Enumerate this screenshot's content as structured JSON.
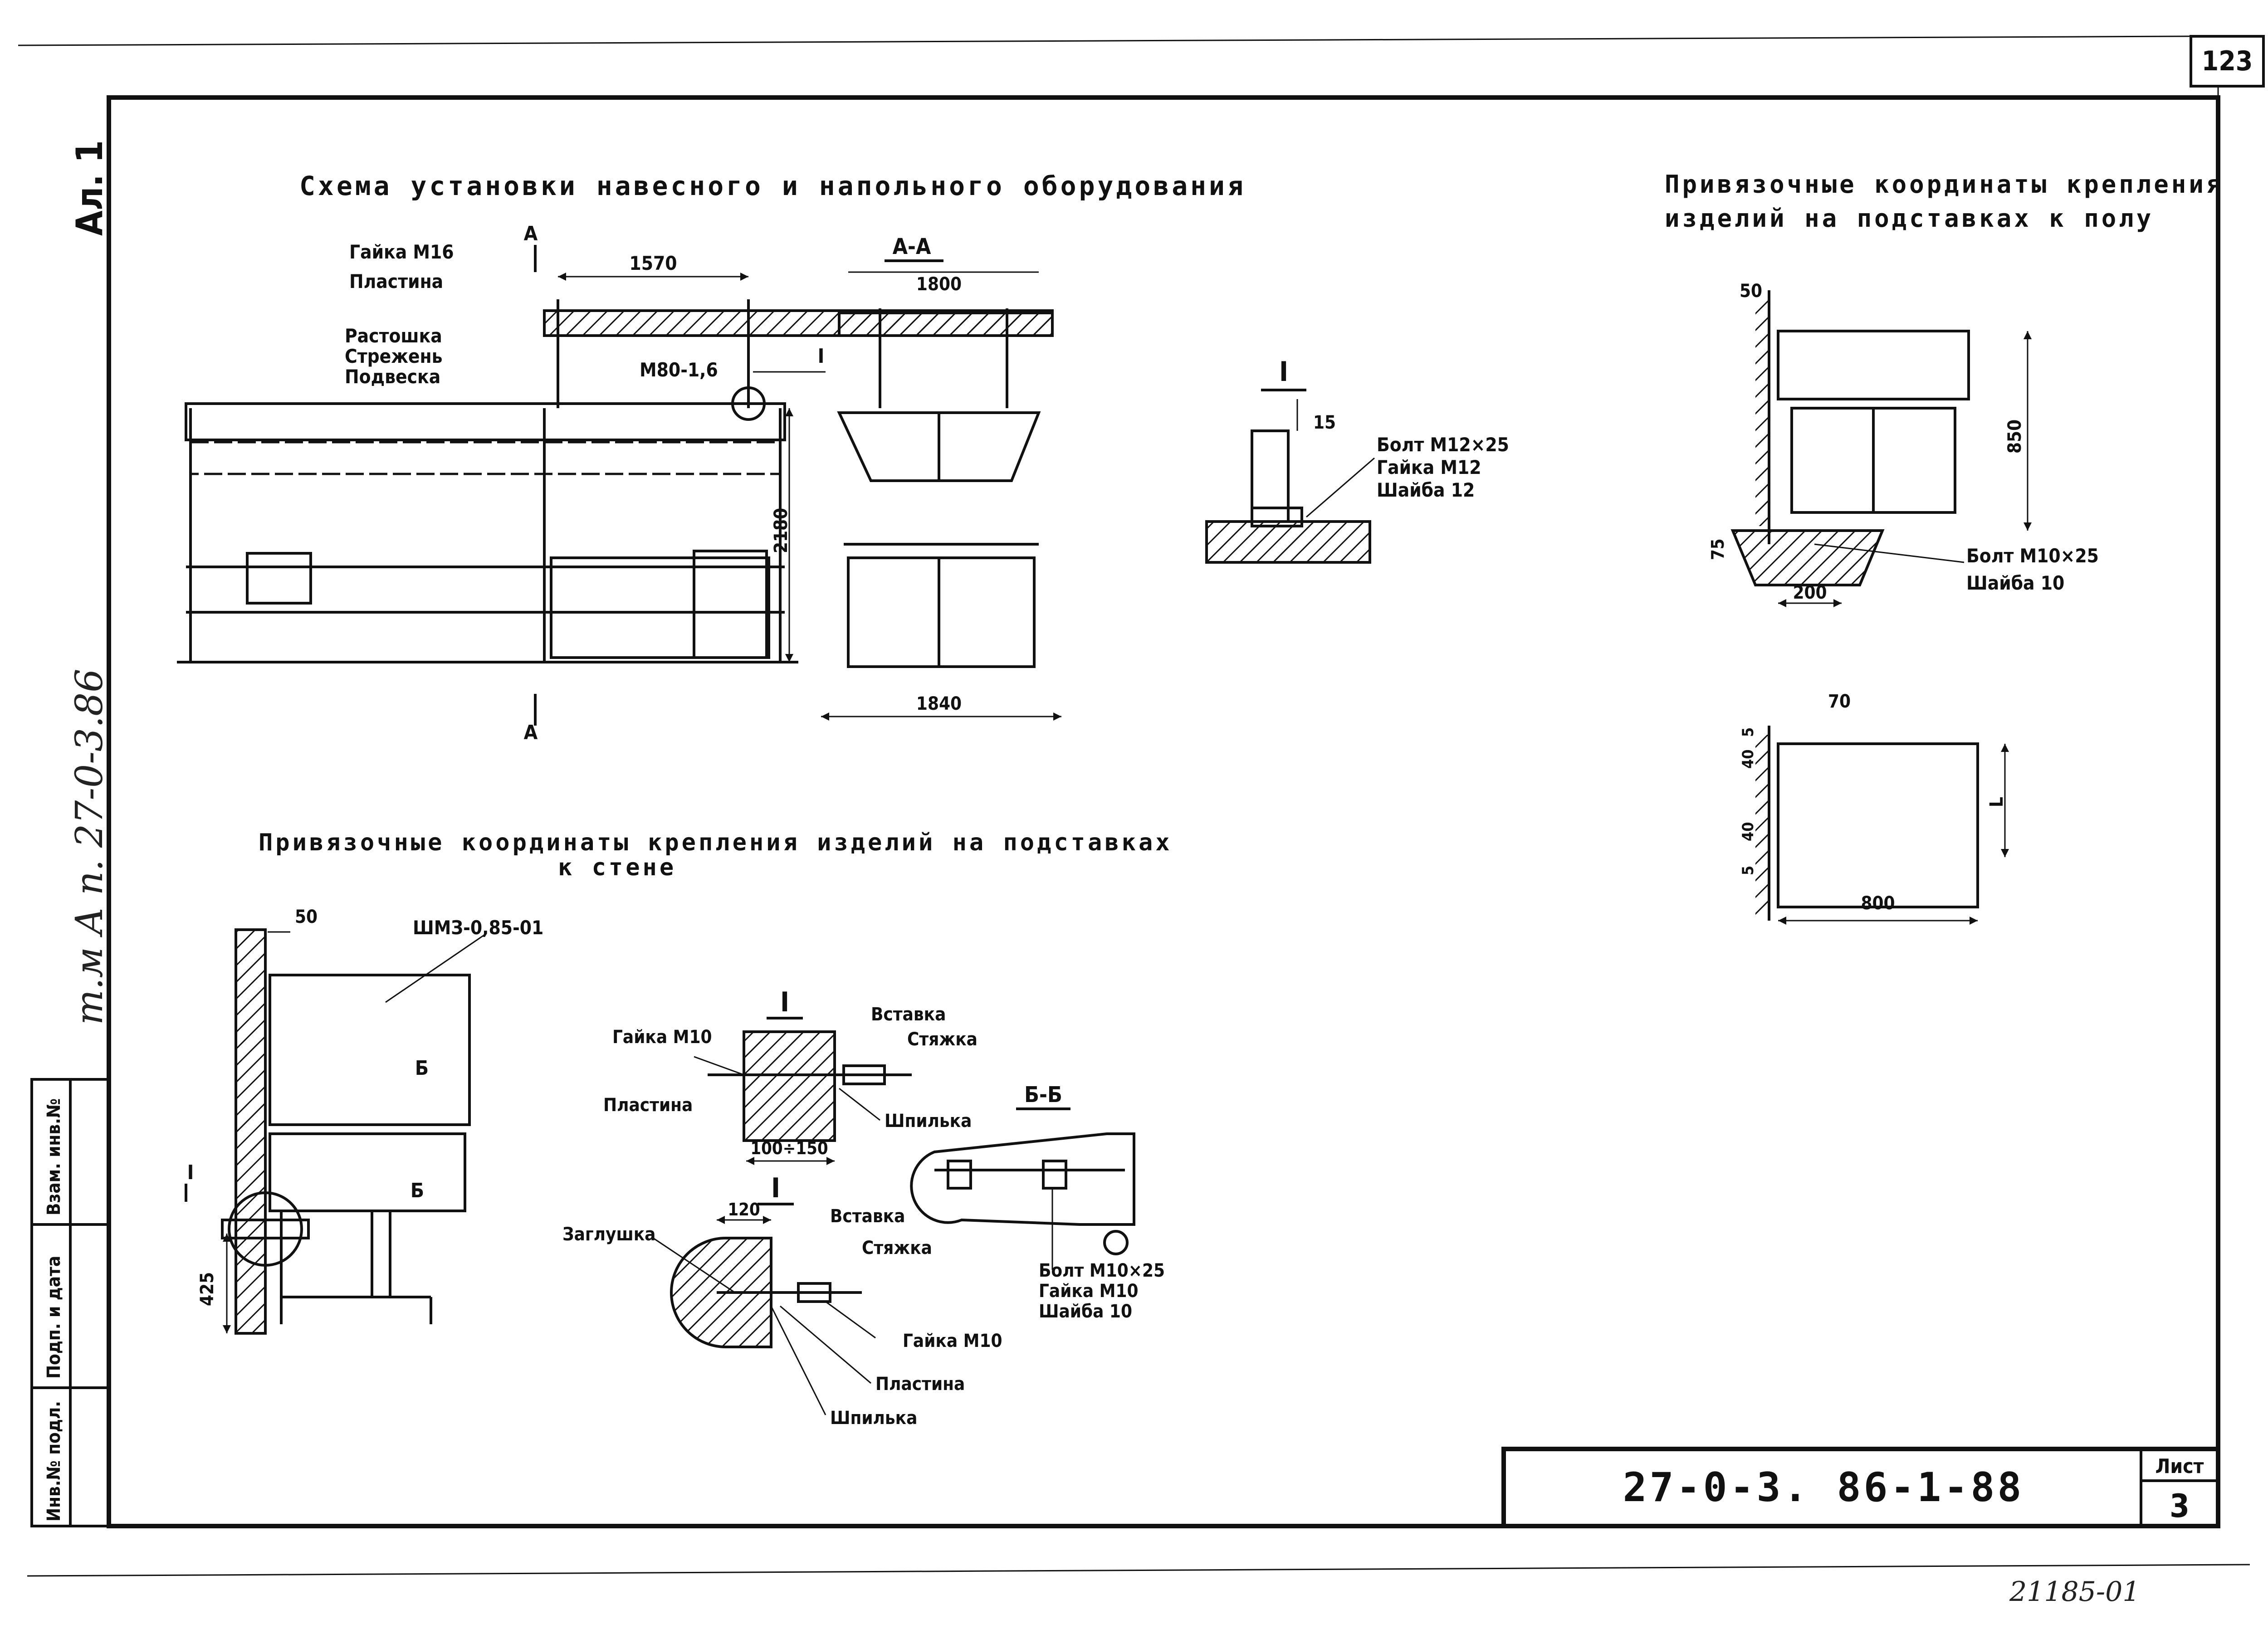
{
  "sheet": {
    "page_number": "123",
    "side_label": "Ал. 1",
    "side_code": "т.м А п. 27-0-3.86",
    "doc_code": "27-0-3. 86-1-88",
    "list_label": "Лист",
    "list_number": "3",
    "archive_number": "21185-01",
    "stamp_cells": [
      "Инв.№ подл.",
      "Подп. и дата",
      "Взам. инв.№"
    ]
  },
  "section_hanging": {
    "title": "Схема установки навесного и напольного оборудования",
    "labels": [
      "Гайка М16",
      "Пластина",
      "Растошка",
      "Стрежень",
      "Подвеска",
      "М80-1,6"
    ],
    "dims": [
      "1570",
      "2180",
      "1800",
      "1840"
    ],
    "section_mark": "А",
    "section_title": "А-А",
    "detail_mark": "I"
  },
  "detail_I_bolt": {
    "mark": "I",
    "dim": "15",
    "labels": [
      "Болт М12×25",
      "Гайка М12",
      "Шайба 12"
    ]
  },
  "section_floor": {
    "title_line1": "Привязочные координаты крепления",
    "title_line2": "изделий на подставках к полу",
    "dims": [
      "50",
      "850",
      "75",
      "200",
      "70",
      "5",
      "40",
      "",
      "40",
      "5",
      "L",
      "800"
    ],
    "labels": [
      "Болт М10×25",
      "Шайба 10"
    ]
  },
  "section_wall": {
    "title_line1": "Привязочные координаты крепления изделий на подставках",
    "title_line2": "к стене",
    "dims": [
      "50",
      "425"
    ],
    "labels": [
      "ШМЗ-0,85-01"
    ],
    "marks": [
      "Б",
      "Б",
      "I"
    ]
  },
  "detail_wall_top": {
    "mark": "I",
    "labels": [
      "Гайка М10",
      "Вставка",
      "Стяжка",
      "Пластина",
      "Шпилька"
    ],
    "dims": [
      "100÷150"
    ]
  },
  "detail_wall_bottom": {
    "mark": "I",
    "labels": [
      "Заглушка",
      "Вставка",
      "Стяжка",
      "Гайка М10",
      "Пластина",
      "Шпилька"
    ],
    "dims": [
      "120"
    ]
  },
  "section_BB": {
    "title": "Б-Б",
    "labels": [
      "Болт М10×25",
      "Гайка М10",
      "Шайба 10"
    ]
  }
}
